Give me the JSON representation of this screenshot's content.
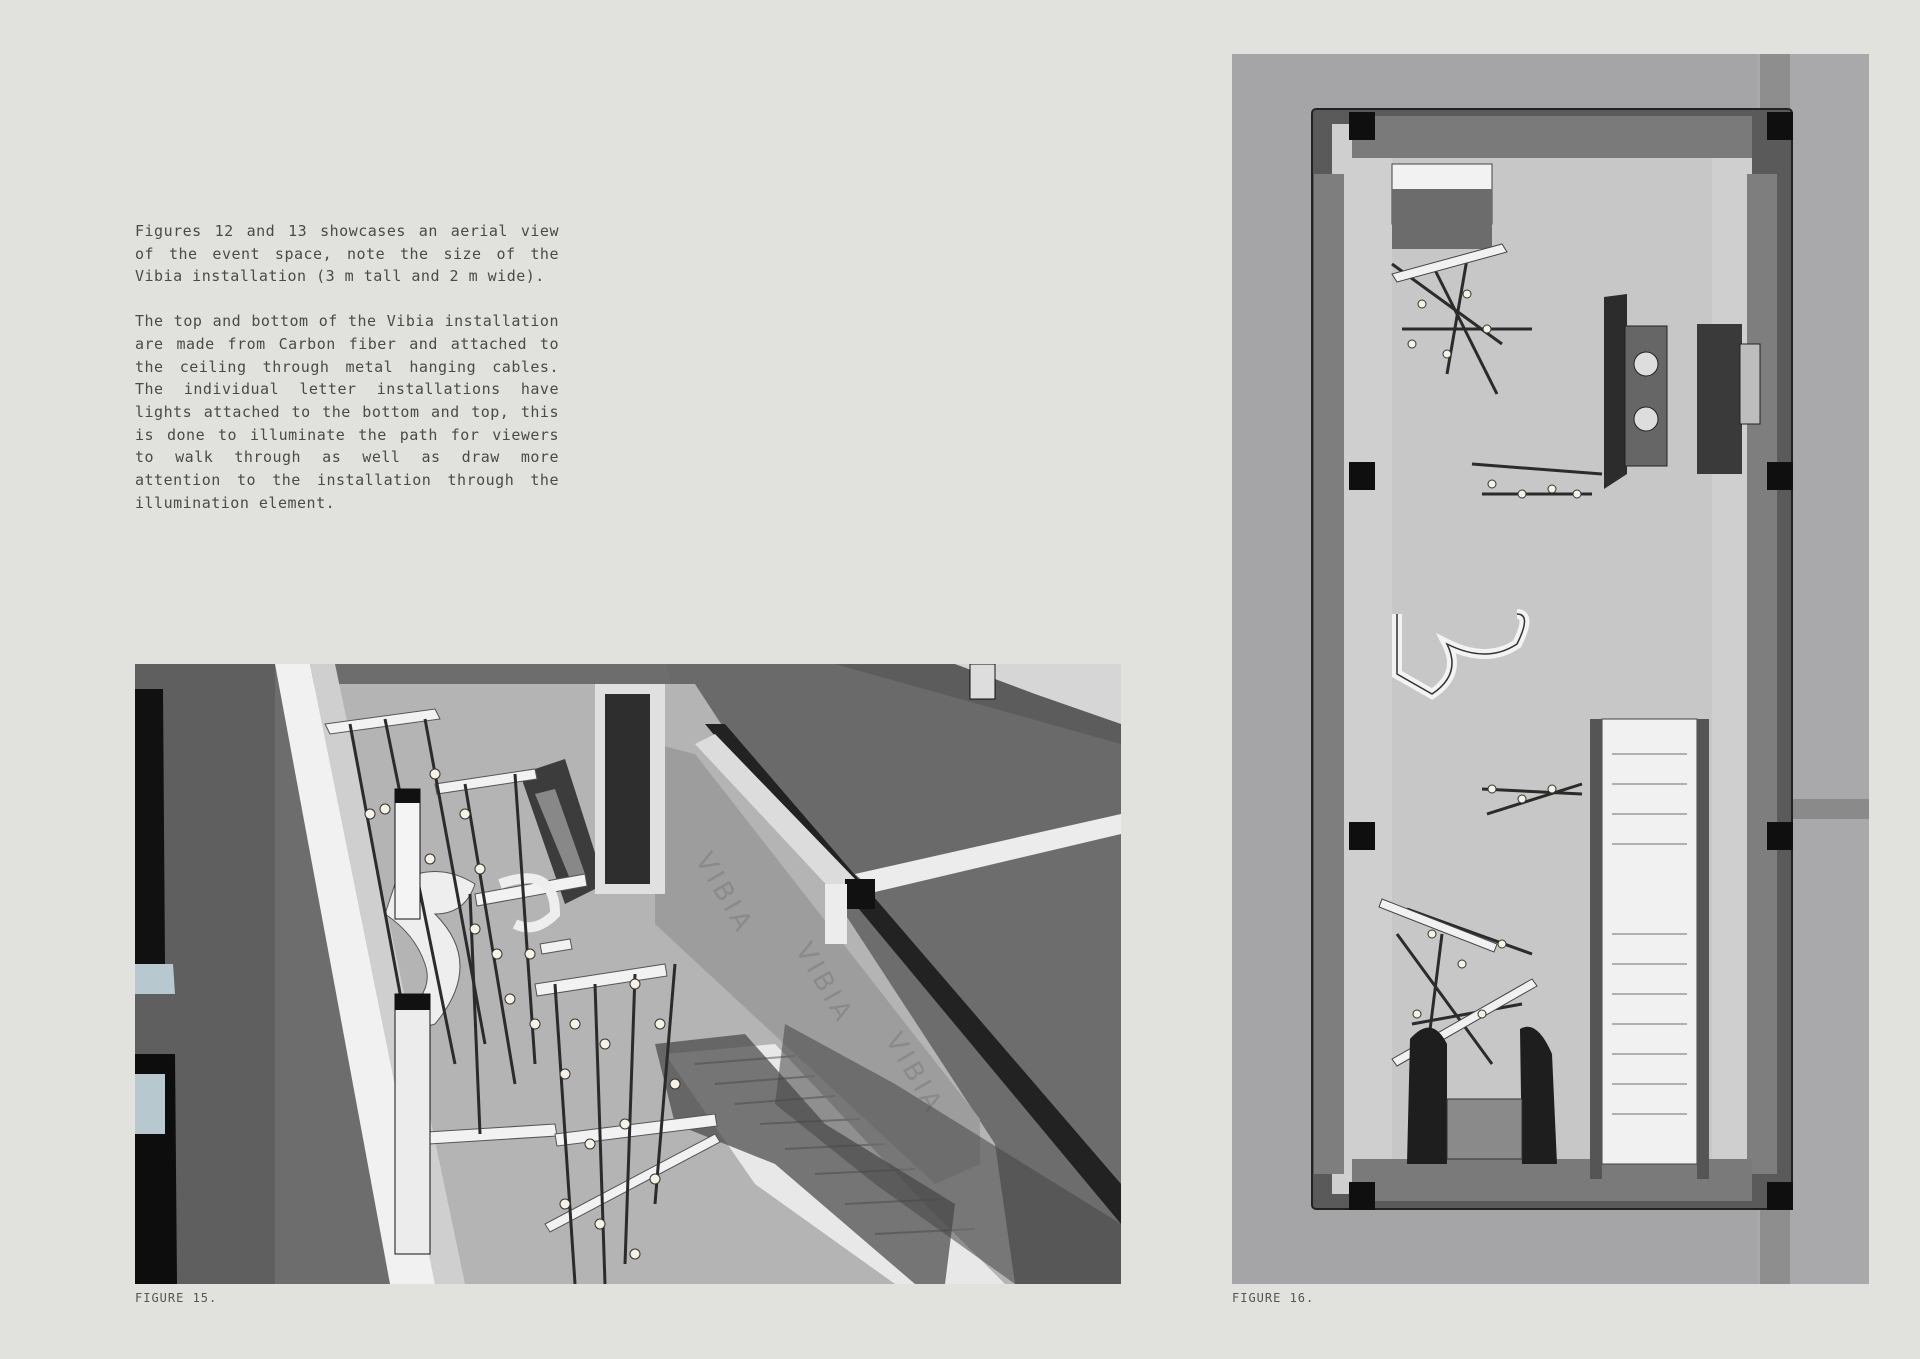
{
  "text": {
    "paragraph_1": "Figures 12 and 13 showcases an aerial view of the event space, note the size of the Vibia installation (3 m tall and 2 m wide).",
    "paragraph_2": "The top and bottom of the Vibia installation are made from Carbon fiber and attached to the ceiling through metal hanging cables. The individual letter installations have lights attached to the bottom and top, this is done to illuminate the path for viewers to walk through as well as draw more attention to the installation through the illumination element."
  },
  "figures": {
    "fig15": {
      "caption": "FIGURE 15.",
      "wall_text": [
        "VIBIA",
        "VIBIA",
        "VIBIA"
      ]
    },
    "fig16": {
      "caption": "FIGURE 16."
    }
  }
}
